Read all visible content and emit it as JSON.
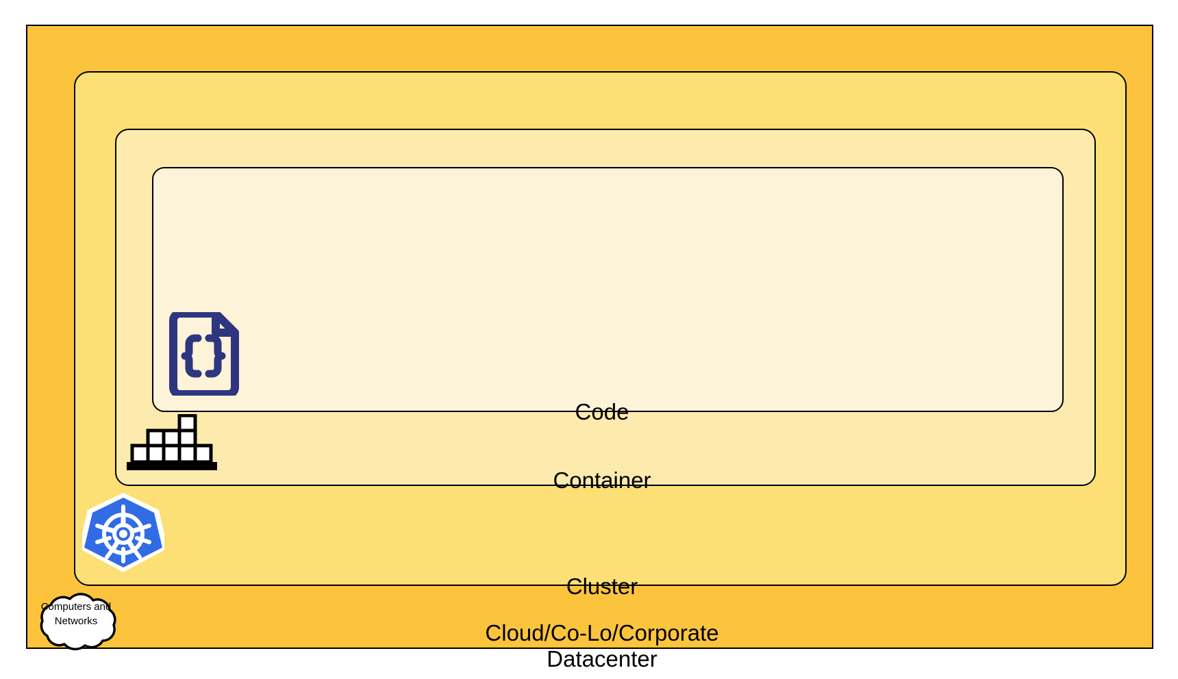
{
  "diagram": {
    "title": "Layered application deployment stack",
    "layers": [
      {
        "id": "datacenter",
        "label": "Cloud/Co-Lo/Corporate\nDatacenter",
        "fill": "#fcc43c",
        "stroke": "#000000",
        "corner": "square"
      },
      {
        "id": "cluster",
        "label": "Cluster",
        "fill": "#fcdf75",
        "stroke": "#000000",
        "corner": "rounded"
      },
      {
        "id": "container",
        "label": "Container",
        "fill": "#fcebad",
        "stroke": "#000000",
        "corner": "rounded"
      },
      {
        "id": "code",
        "label": "Code",
        "fill": "#fdf3d8",
        "stroke": "#000000",
        "corner": "rounded"
      }
    ],
    "icons": [
      {
        "id": "code-file-icon",
        "name": "json-code-document-icon",
        "glyph": "{}",
        "color": "#2e3680",
        "layer": "code"
      },
      {
        "id": "container-blocks-icon",
        "name": "stacked-blocks-icon",
        "color": "#000000",
        "fill": "#ffffff",
        "layer": "container"
      },
      {
        "id": "kubernetes-icon",
        "name": "kubernetes-helm-wheel-icon",
        "color": "#326ce5",
        "fill": "#ffffff",
        "layer": "cluster"
      },
      {
        "id": "cloud-icon",
        "name": "cloud-icon",
        "color": "#000000",
        "fill": "#ffffff",
        "layer": "datacenter"
      }
    ],
    "cloud": {
      "label": "Computers and\nNetworks",
      "fill": "#ffffff",
      "stroke": "#000000"
    },
    "colors": {
      "background": "#ffffff",
      "outline": "#000000",
      "datacenter_fill": "#fcc43c",
      "cluster_fill": "#fcdf75",
      "container_fill": "#fcebad",
      "code_fill": "#fdf3d8",
      "code_icon": "#2e3680",
      "kubernetes_blue": "#326ce5"
    }
  }
}
